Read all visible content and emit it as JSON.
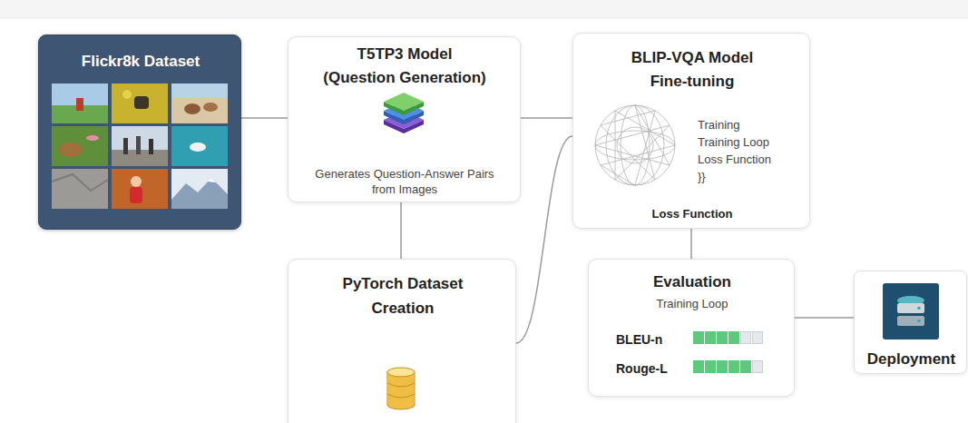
{
  "diagram": {
    "nodes": [
      {
        "text": [
          "Flickr8k Dataset"
        ]
      },
      {
        "text": [
          "T5TP3 Model (Question Generation)",
          "Generates Question-Answer Pairs from Images"
        ]
      },
      {
        "text": [
          "PyTorch Dataset Creation"
        ]
      },
      {
        "text": [
          "BLIP-VQA Model Fine-tuning",
          "Training",
          "Training Loop",
          "Loss Function",
          "}}",
          "Loss Function"
        ]
      },
      {
        "text": [
          "Evaluation",
          "Training Loop",
          "BLEU-n",
          "Rouge-L"
        ]
      },
      {
        "text": [
          "Deployment"
        ]
      }
    ],
    "edges": [
      {
        "from": 0,
        "to": 1,
        "arrow": "none"
      },
      {
        "from": 1,
        "to": 2,
        "arrow": "none"
      },
      {
        "from": 1,
        "to": 3,
        "arrow": "none"
      },
      {
        "from": 2,
        "to": 3,
        "arrow": "none"
      },
      {
        "from": 3,
        "to": 4,
        "arrow": "none"
      },
      {
        "from": 4,
        "to": 5,
        "arrow": "none"
      }
    ]
  }
}
